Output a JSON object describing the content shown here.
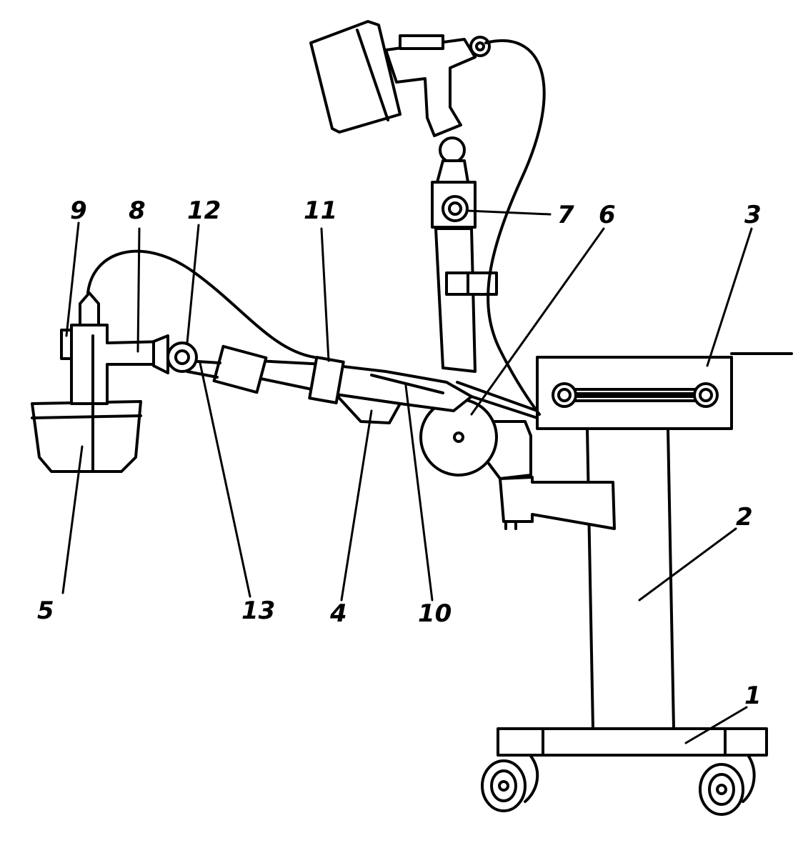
{
  "callouts": [
    {
      "id": "1",
      "text": "1"
    },
    {
      "id": "2",
      "text": "2"
    },
    {
      "id": "3",
      "text": "3"
    },
    {
      "id": "4",
      "text": "4"
    },
    {
      "id": "5",
      "text": "5"
    },
    {
      "id": "6",
      "text": "6"
    },
    {
      "id": "7",
      "text": "7"
    },
    {
      "id": "8",
      "text": "8"
    },
    {
      "id": "9",
      "text": "9"
    },
    {
      "id": "10",
      "text": "10"
    },
    {
      "id": "11",
      "text": "11"
    },
    {
      "id": "12",
      "text": "12"
    },
    {
      "id": "13",
      "text": "13"
    }
  ],
  "style": {
    "line_color": "#000000",
    "background": "#ffffff"
  }
}
